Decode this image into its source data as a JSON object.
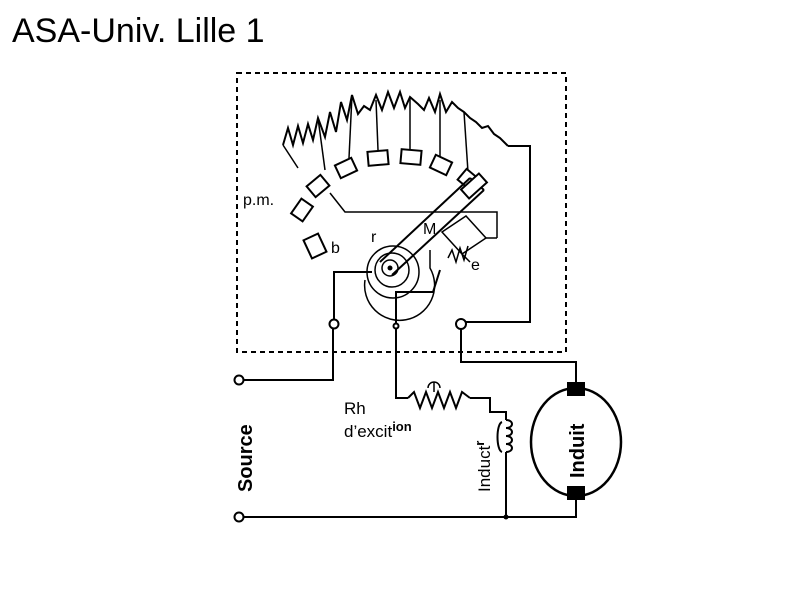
{
  "header": {
    "title": "ASA-Univ. Lille 1"
  },
  "labels": {
    "pm": "p.m.",
    "b": "b",
    "r": "r",
    "M": "M",
    "e": "e",
    "rh_line1": "Rh",
    "rh_line2": "d’excit",
    "rh_sup": "ion",
    "inductor": "Induct",
    "inductor_sup": "r",
    "source": "Source",
    "armature": "Induit"
  }
}
